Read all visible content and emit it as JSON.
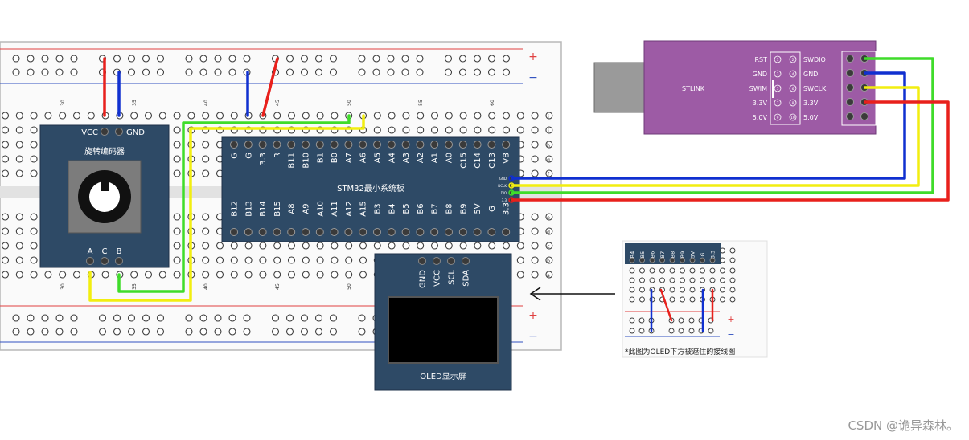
{
  "breadboard": {
    "column_numbers": [
      "30",
      "35",
      "40",
      "45",
      "50",
      "55",
      "60"
    ],
    "row_letters_top": [
      "j",
      "i",
      "h",
      "g",
      "f"
    ],
    "row_letters_bottom": [
      "e",
      "d",
      "c",
      "b",
      "a"
    ],
    "rail_plus": "+",
    "rail_minus": "−"
  },
  "encoder": {
    "title": "旋转编码器",
    "pin_vcc": "VCC",
    "pin_gnd": "GND",
    "pin_a": "A",
    "pin_c": "C",
    "pin_b": "B"
  },
  "stm32": {
    "title": "STM32最小系统板",
    "top_pins": [
      "G",
      "G",
      "3.3",
      "R",
      "B11",
      "B10",
      "B1",
      "B0",
      "A7",
      "A6",
      "A5",
      "A4",
      "A3",
      "A2",
      "A1",
      "A0",
      "C15",
      "C14",
      "C13",
      "VB"
    ],
    "bottom_pins": [
      "B12",
      "B13",
      "B14",
      "B15",
      "A8",
      "A9",
      "A10",
      "A11",
      "A12",
      "A15",
      "B3",
      "B4",
      "B5",
      "B6",
      "B7",
      "B8",
      "B9",
      "5V",
      "G",
      "3.3"
    ],
    "swd_pins": [
      "GND",
      "DCLK",
      "DIO",
      "3.3"
    ]
  },
  "stlink": {
    "name": "STLINK",
    "left_labels": [
      "RST",
      "GND",
      "SWIM",
      "3.3V",
      "5.0V"
    ],
    "right_labels": [
      "SWDIO",
      "GND",
      "SWCLK",
      "3.3V",
      "5.0V"
    ],
    "pin_numbers_left": [
      "1",
      "3",
      "5",
      "7",
      "9"
    ],
    "pin_numbers_right": [
      "2",
      "4",
      "6",
      "8",
      "10"
    ]
  },
  "oled": {
    "title": "OLED显示屏",
    "pins": [
      "GND",
      "VCC",
      "SCL",
      "SDA"
    ]
  },
  "inset": {
    "pins": [
      "B4",
      "B5",
      "B6",
      "B7",
      "B8",
      "B9",
      "5V",
      "G",
      "3.3"
    ],
    "caption": "*此图为OLED下方被遮住的接线图",
    "rail_plus": "+",
    "rail_minus": "−"
  },
  "watermark": "CSDN @诡异森林。",
  "colors": {
    "board": "#fafafa",
    "module": "#2e4a66",
    "stlink": "#9d5ba5",
    "red": "#e8201c",
    "blue": "#1030d0",
    "green": "#3fdc2a",
    "yellow": "#f2ee10",
    "rail_red": "#e04040",
    "rail_blue": "#3050c0"
  }
}
